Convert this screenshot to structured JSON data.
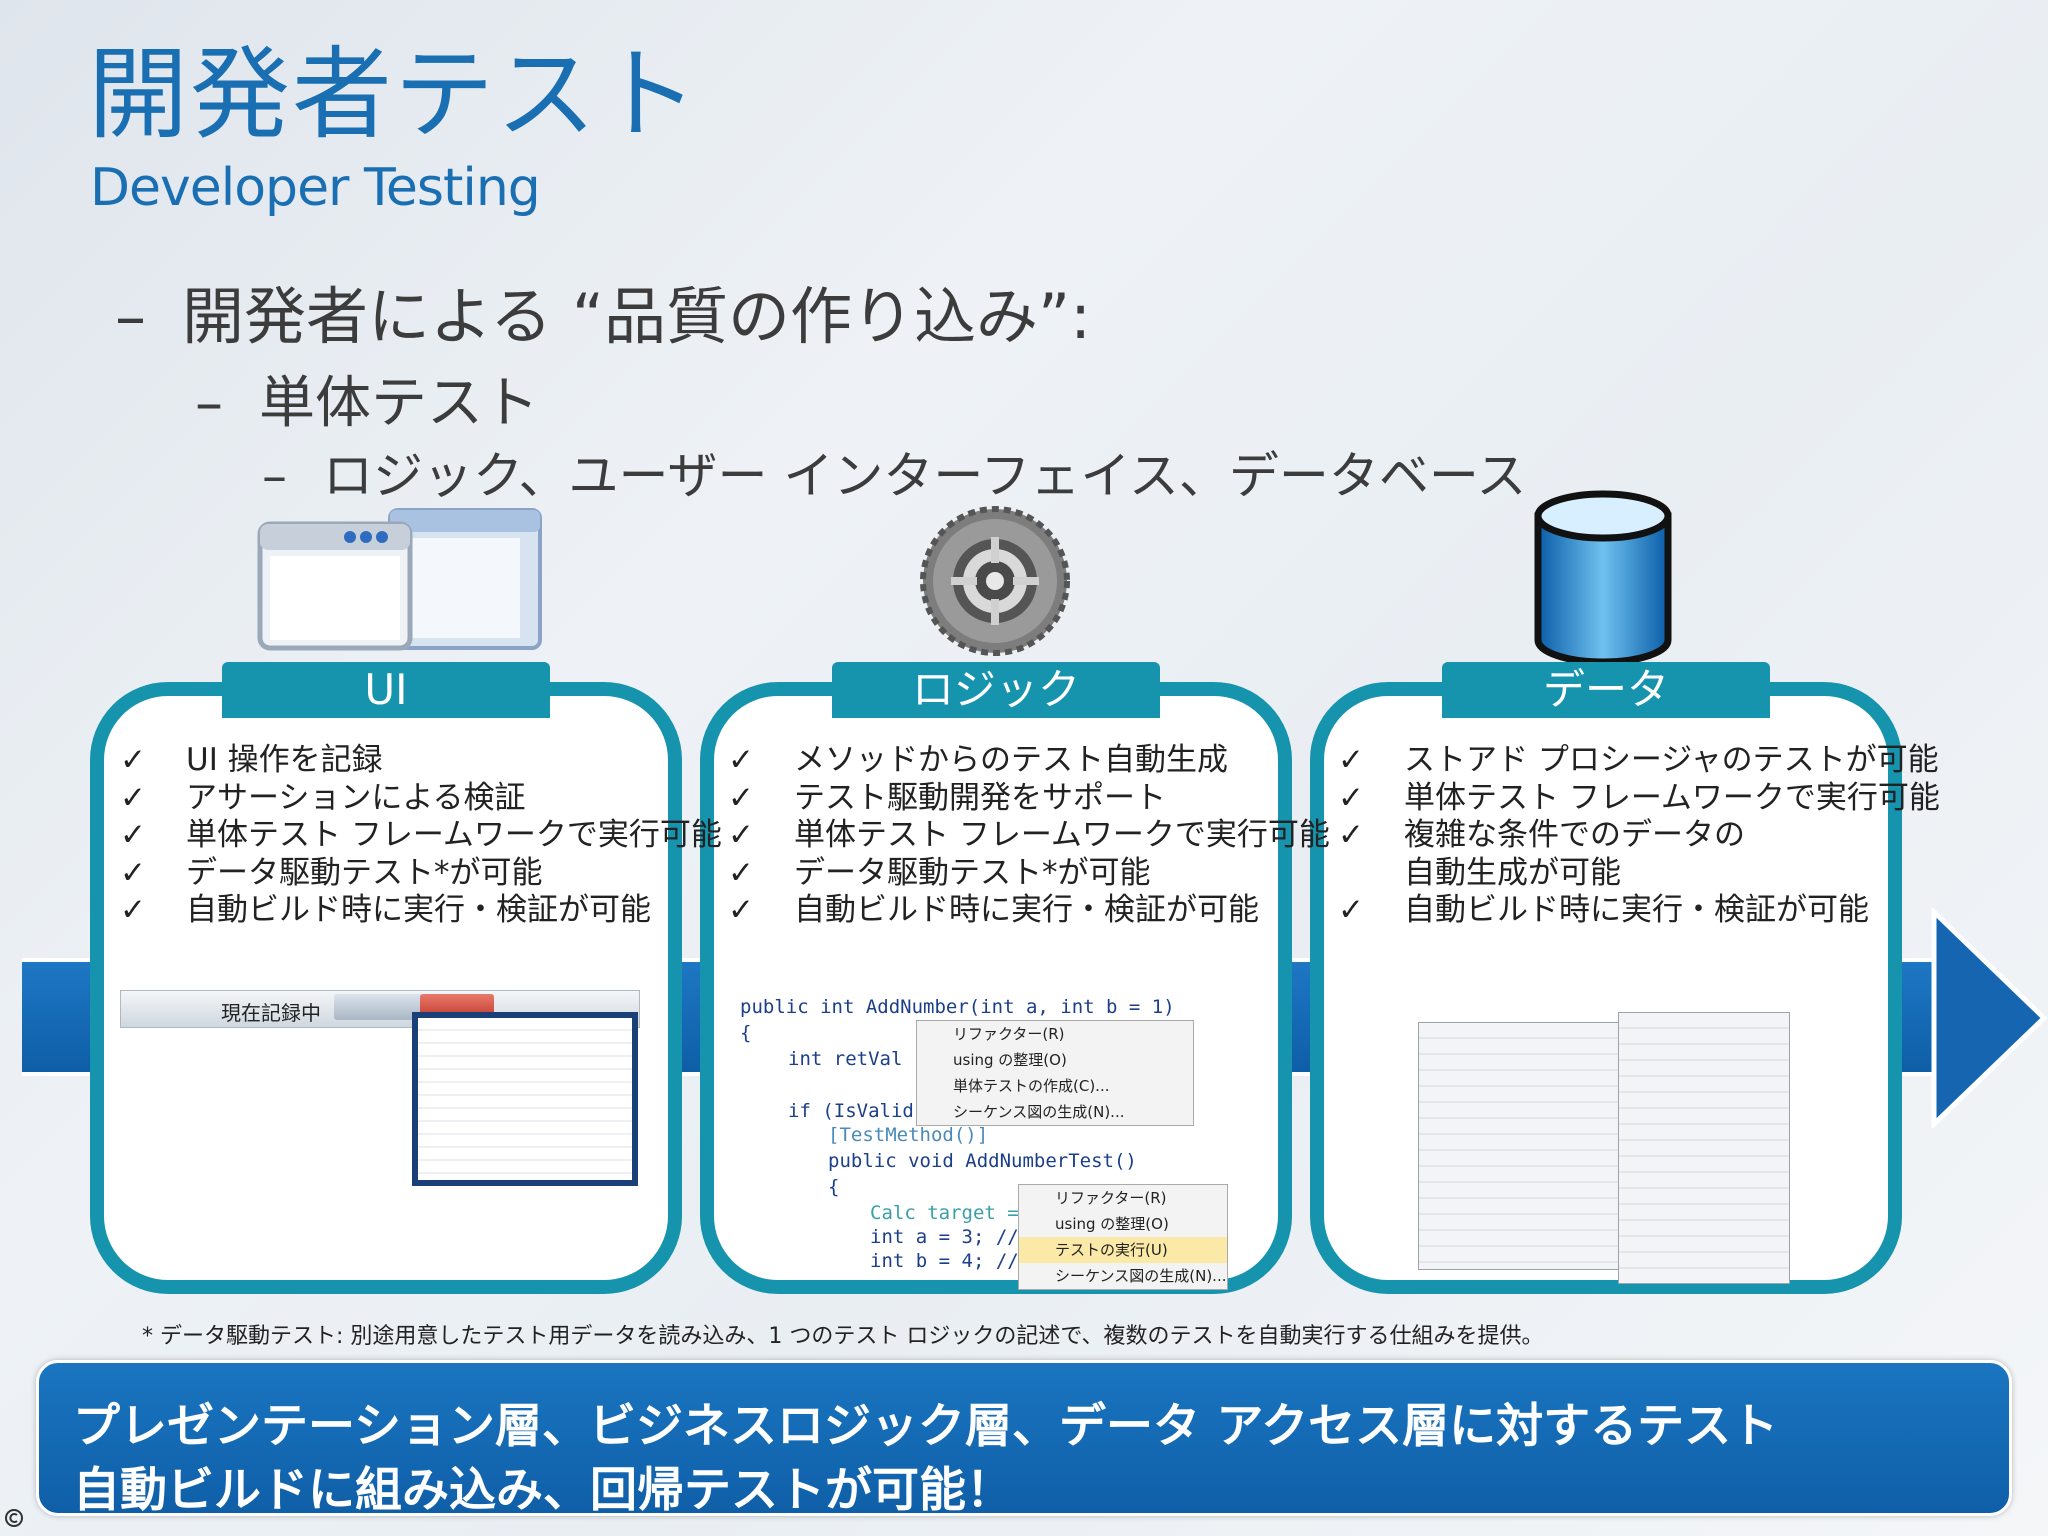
{
  "slide": {
    "title": "開発者テスト",
    "subtitle": "Developer Testing",
    "bullets": [
      {
        "dash": "–",
        "text": "開発者による “品質の作り込み”:"
      },
      {
        "dash": "–",
        "text": "単体テスト"
      },
      {
        "dash": "–",
        "text": "ロジック、ユーザー インターフェイス、データベース"
      }
    ]
  },
  "check_mark": "✓",
  "cards": {
    "ui": {
      "title": "UI",
      "items": [
        "UI 操作を記録",
        "アサーションによる検証",
        "単体テスト フレームワークで実行可能",
        "データ駆動テスト*が可能",
        "自動ビルド時に実行・検証が可能"
      ],
      "recording_label": "現在記録中"
    },
    "logic": {
      "title": "ロジック",
      "items": [
        "メソッドからのテスト自動生成",
        "テスト駆動開発をサポート",
        "単体テスト フレームワークで実行可能",
        "データ駆動テスト*が可能",
        "自動ビルド時に実行・検証が可能"
      ],
      "code": [
        "public int AddNumber(int a, int b = 1)",
        "{",
        "int retVal",
        "if (IsValid",
        "[TestMethod()]",
        "public void AddNumberTest()",
        "{",
        "Calc target =",
        "int a = 3; //",
        "int b = 4; //"
      ],
      "menu1": [
        "リファクター(R)",
        "using の整理(O)",
        "単体テストの作成(C)...",
        "シーケンス図の生成(N)..."
      ],
      "menu2": [
        "リファクター(R)",
        "using の整理(O)",
        "テストの実行(U)",
        "シーケンス図の生成(N)..."
      ]
    },
    "data": {
      "title": "データ",
      "items": [
        "ストアド プロシージャのテストが可能",
        "単体テスト フレームワークで実行可能",
        "複雑な条件でのデータの",
        "自動生成が可能",
        "自動ビルド時に実行・検証が可能"
      ]
    }
  },
  "footnote": "* データ駆動テスト: 別途用意したテスト用データを読み込み、1 つのテスト ロジックの記述で、複数のテストを自動実行する仕組みを提供。",
  "banner": {
    "line1": "プレゼンテーション層、ビジネスロジック層、データ アクセス層に対するテスト",
    "line2": "自動ビルドに組み込み、回帰テストが可能！"
  },
  "colors": {
    "title": "#1a6fb3",
    "card_border": "#1794ad",
    "arrow": "#1e77c4",
    "banner": "#1a75c0"
  }
}
